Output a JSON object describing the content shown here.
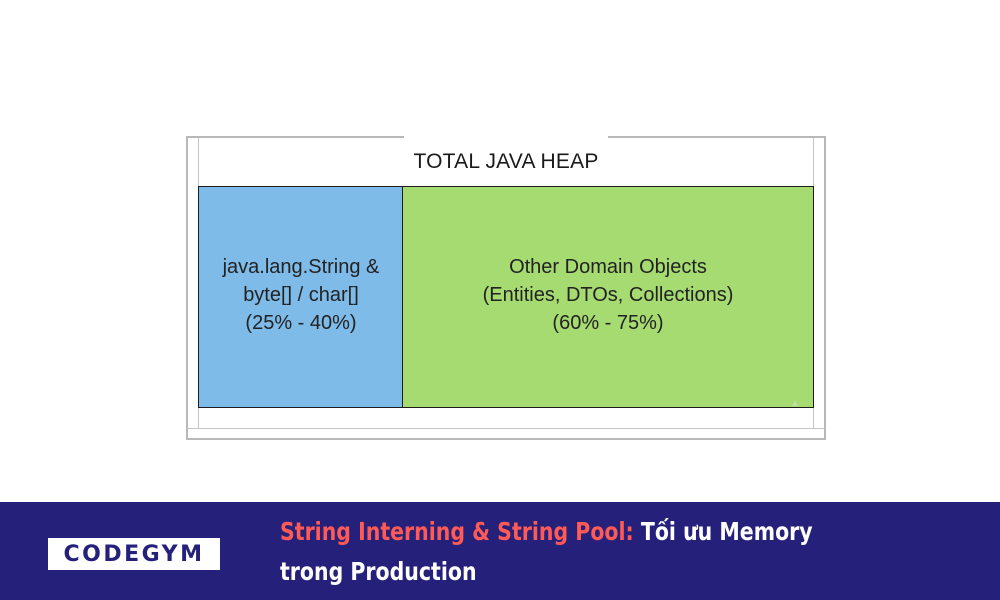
{
  "diagram": {
    "title": "TOTAL JAVA HEAP",
    "blocks": [
      {
        "lines": [
          "java.lang.String &",
          "byte[] / char[]",
          "(25% - 40%)"
        ],
        "color": "#7fbbe8"
      },
      {
        "lines": [
          "Other Domain Objects",
          "(Entities, DTOs, Collections)",
          "(60% - 75%)"
        ],
        "color": "#a6db72"
      }
    ]
  },
  "banner": {
    "background": "#25217a",
    "logo": "CODEGYM",
    "title_accent": "String Interning & String Pool:",
    "title_rest": " Tối ưu Memory",
    "title_line2": "trong Production",
    "accent_color": "#ff5a55"
  }
}
